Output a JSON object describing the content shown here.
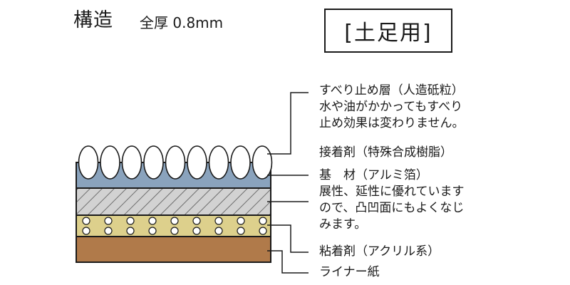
{
  "header": {
    "title": "構造",
    "thickness": "全厚 0.8mm",
    "category_tag": "[土足用]"
  },
  "colors": {
    "slip_layer": "#ffffff",
    "adhesive_top": "#8aa3bd",
    "base_foil": "#d2d2d2",
    "adhesive_bottom": "#ddd08c",
    "liner": "#b07a4a",
    "outline": "#1a1a1a"
  },
  "layers": [
    {
      "id": "slip",
      "lines": [
        "すべり止め層（人造砥粒）",
        "水や油がかかってもすべり",
        "止め効果は変わりません。"
      ]
    },
    {
      "id": "adhesive_top",
      "lines": [
        "接着剤（特殊合成樹脂）"
      ]
    },
    {
      "id": "base",
      "lines": [
        "基　材（アルミ箔）",
        "展性、延性に優れています",
        "ので、凸凹面にもよくなじ",
        "みます。"
      ]
    },
    {
      "id": "adhesive_bottom",
      "lines": [
        "粘着剤（アクリル系）"
      ]
    },
    {
      "id": "liner",
      "lines": [
        "ライナー紙"
      ]
    }
  ]
}
